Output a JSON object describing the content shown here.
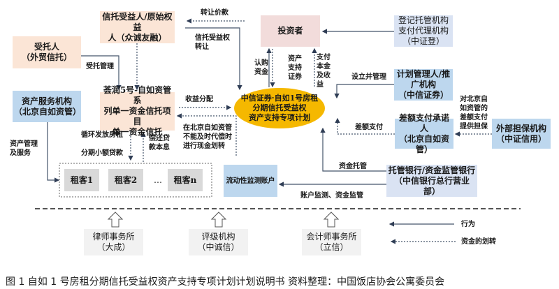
{
  "nodes": {
    "beneficiary": [
      "信托受益人/原始权益",
      "人（众诚友融）"
    ],
    "trustee": [
      "受托人",
      "（外贸信托）"
    ],
    "servicer": [
      "资产服务机构",
      "（北京自如资管）"
    ],
    "trust": [
      "荟润5号-自如资管系",
      "列单一资金信托项目",
      "单一资金信托"
    ],
    "investor": "投资者",
    "registrar": [
      "登记托管机构",
      "支付代理机构",
      "（中证登）"
    ],
    "plan": [
      "中信证券·自如1号房租",
      "分期信托受益权",
      "资产支持专项计划"
    ],
    "manager": [
      "计划管理人/推",
      "广机构",
      "（中信证券）"
    ],
    "diff_payer": [
      "差额支付承诺人",
      "（北京自如资管）"
    ],
    "guarantor": [
      "外部担保机构",
      "（中证信用）"
    ],
    "custodian": [
      "托管银行/资金监管银行",
      "（中信银行总行营业部）"
    ],
    "liquidity": "流动性监测账户",
    "tenants": [
      "租客1",
      "租客2",
      "…",
      "租客n"
    ],
    "lawyer": [
      "律师事务所",
      "（大成）"
    ],
    "rating": [
      "评级机构",
      "（中诚信）"
    ],
    "accountant": [
      "会计师事务所",
      "（立信）"
    ]
  },
  "labels": {
    "transfer_price": "转让价款",
    "transfer_rights": "信托受益权\n转让",
    "trust_mgmt": "受托管理",
    "income_dist": "收益分配",
    "cash_transfer": "在北京自如资管\n不能及时代偿时\n进行现金划转",
    "loans": "循环发放房租\n\n分期小额贷款",
    "repay": "偿还贷\n款本息",
    "asset_mgmt": "资产管理\n及服务",
    "subscribe": "认购\n资金",
    "abs": "资产\n支持\n证券",
    "pay_principal": "支付\n本金\n及收\n益",
    "establish": "设立并管理",
    "guarantee": "对北京自\n如资管的\n差额支付\n提供担保",
    "diff_pay": "差额支付",
    "custody": "资金托管",
    "monitor": "账户监测、资金监管"
  },
  "legend": {
    "action": "行为",
    "fund_transfer": "资金的划转"
  },
  "caption": "图 1  自如 1 号房租分期信托受益权资产支持专项计划计划说明书  资料整理：中国饭店协会公寓委员会"
}
